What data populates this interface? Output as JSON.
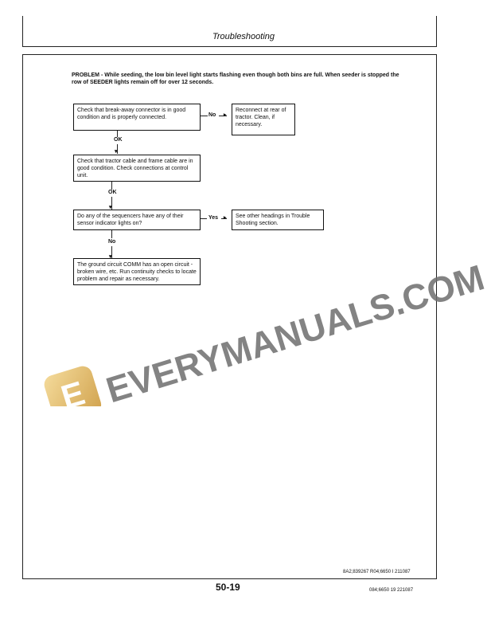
{
  "header": {
    "title": "Troubleshooting"
  },
  "problem": "PROBLEM - While seeding, the low bin level light starts flashing even though both bins are full. When seeder is stopped the row of SEEDER lights remain off for over 12 seconds.",
  "flowchart": {
    "step1": "Check that break-away connector is in good condition and is properly connected.",
    "step1_no_label": "No",
    "step1_no_result": "Reconnect at rear of tractor. Clean, if necessary.",
    "ok1": "OK",
    "step2": "Check that tractor cable and frame cable are in good condition. Check connections at control unit.",
    "ok2": "OK",
    "step3": "Do any of the sequencers have any of their sensor indicator lights on?",
    "step3_yes_label": "Yes",
    "step3_yes_result": "See other headings in Trouble Shooting section.",
    "no3": "No",
    "step4": "The ground circuit COMM has an open circuit - broken wire, etc. Run continuity checks to locate problem and repair as necessary."
  },
  "watermark": {
    "text": "EVERYMANUALS.COM",
    "logo_letter": "E"
  },
  "footer": {
    "code1": "8A2;839267  R04;6650  I  211087",
    "page_number": "50-19",
    "code2": "084;6650  19  221087"
  }
}
